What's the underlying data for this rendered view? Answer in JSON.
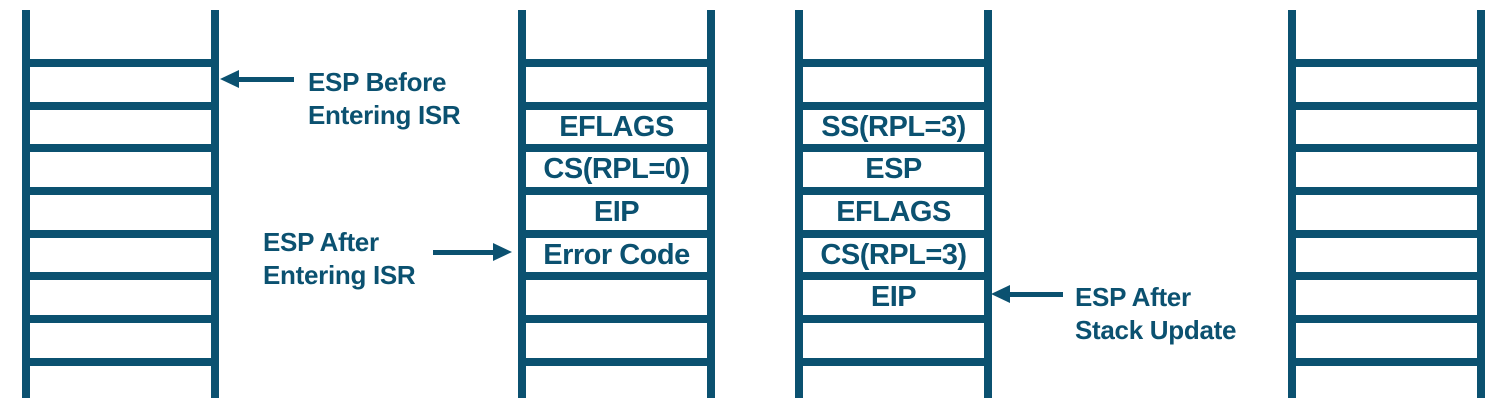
{
  "colors": {
    "accent": "#0B5170",
    "background": "#FFFFFF"
  },
  "stacks": [
    {
      "name": "stack-1",
      "cells": [
        "",
        "",
        "",
        "",
        "",
        "",
        ""
      ]
    },
    {
      "name": "stack-2",
      "cells": [
        "",
        "EFLAGS",
        "CS(RPL=0)",
        "EIP",
        "Error Code",
        "",
        ""
      ]
    },
    {
      "name": "stack-3",
      "cells": [
        "",
        "SS(RPL=3)",
        "ESP",
        "EFLAGS",
        "CS(RPL=3)",
        "EIP",
        ""
      ]
    },
    {
      "name": "stack-4",
      "cells": [
        "",
        "",
        "",
        "",
        "",
        "",
        ""
      ]
    }
  ],
  "annotations": [
    {
      "name": "esp-before-entering-isr",
      "line1": "ESP Before",
      "line2": "Entering ISR",
      "arrow_direction": "left",
      "points_to": "stack-1 second cell"
    },
    {
      "name": "esp-after-entering-isr",
      "line1": "ESP After",
      "line2": "Entering ISR",
      "arrow_direction": "right",
      "points_to": "stack-2 Error Code cell"
    },
    {
      "name": "esp-after-stack-update",
      "line1": "ESP After",
      "line2": "Stack Update",
      "arrow_direction": "left",
      "points_to": "stack-3 EIP cell"
    }
  ]
}
